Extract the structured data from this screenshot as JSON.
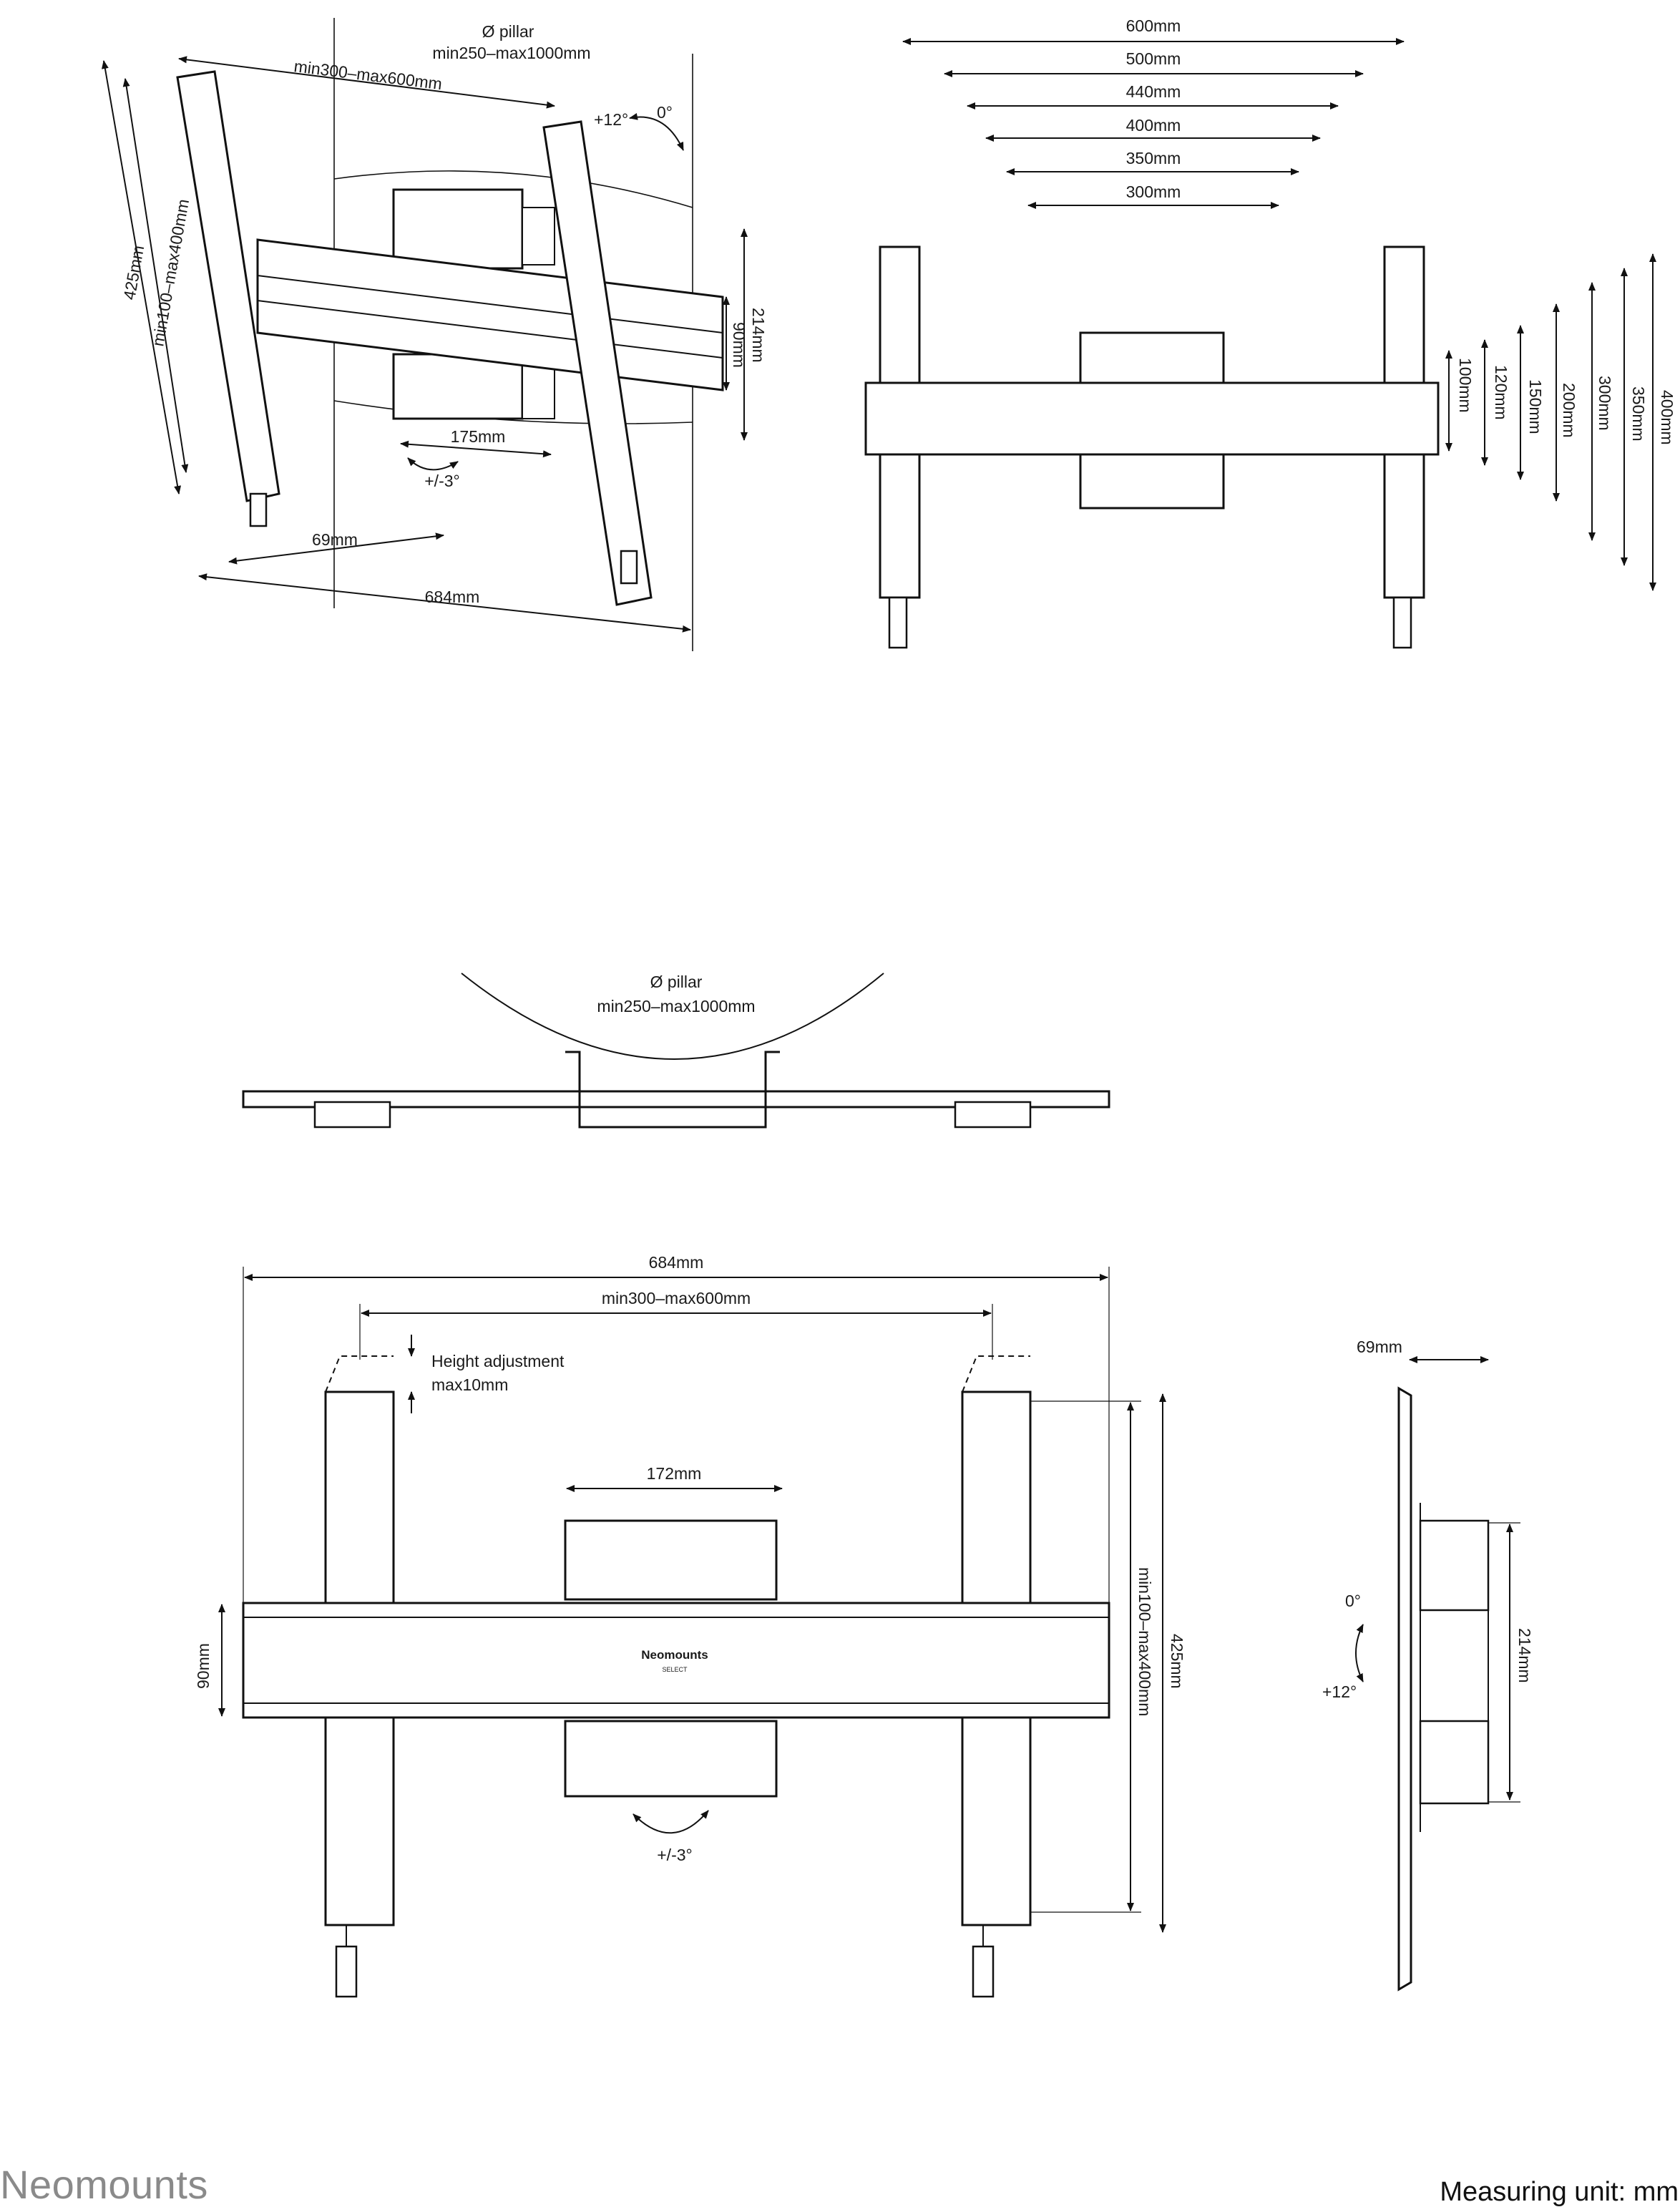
{
  "top_left": {
    "pillar_line1": "Ø pillar",
    "pillar_line2": "min250–max1000mm",
    "arm_spread": "min300–max600mm",
    "tilt_up": "+12°",
    "tilt_zero": "0°",
    "height_total": "425mm",
    "height_range": "min100–max400mm",
    "rail_height": "214mm",
    "bar_height": "90mm",
    "clamp_width": "175mm",
    "rotate": "+/-3°",
    "depth": "69mm",
    "width": "684mm"
  },
  "top_right": {
    "h_dims": [
      "600mm",
      "500mm",
      "440mm",
      "400mm",
      "350mm",
      "300mm"
    ],
    "v_dims": [
      "100mm",
      "120mm",
      "150mm",
      "200mm",
      "300mm",
      "350mm",
      "400mm"
    ]
  },
  "plan_view": {
    "pillar_line1": "Ø pillar",
    "pillar_line2": "min250–max1000mm"
  },
  "front_view": {
    "width": "684mm",
    "arm_spread": "min300–max600mm",
    "height_adj_line1": "Height adjustment",
    "height_adj_line2": "max10mm",
    "clamp_width": "172mm",
    "bar_height": "90mm",
    "height_range": "min100–max400mm",
    "height_total": "425mm",
    "rotate": "+/-3°",
    "logo_text": "Neomounts",
    "logo_sub": "SELECT"
  },
  "side_view": {
    "depth": "69mm",
    "tilt_zero": "0°",
    "tilt_up": "+12°",
    "rail_height": "214mm"
  },
  "footer": {
    "brand": "Neomounts",
    "unit": "Measuring unit: mm"
  }
}
